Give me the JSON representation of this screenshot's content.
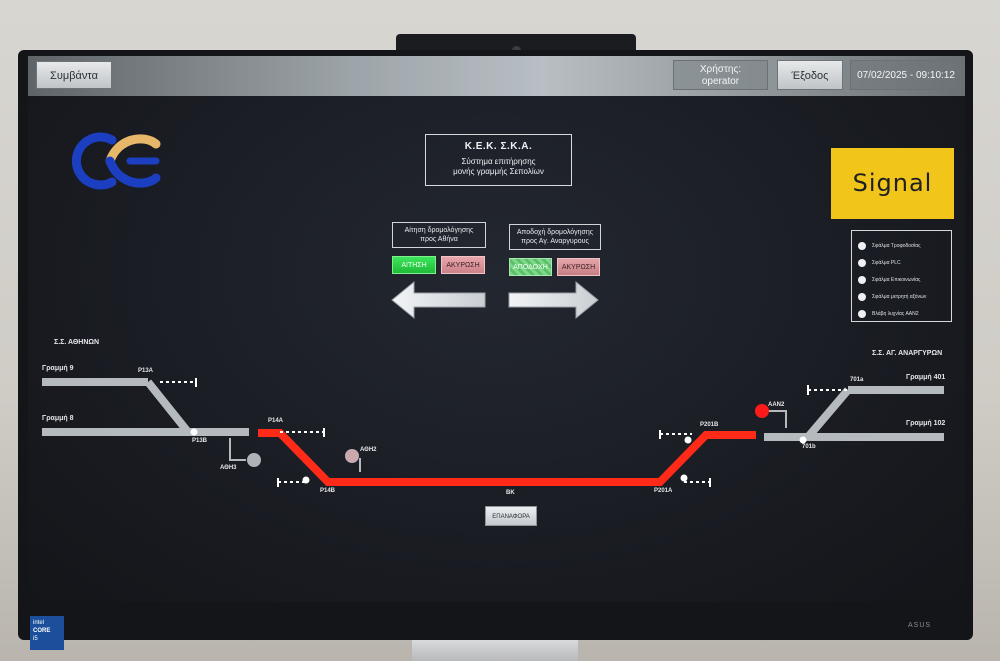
{
  "topbar": {
    "events_label": "Συμβάντα",
    "user_title": "Χρήστης:",
    "user_name": "operator",
    "exit_label": "Έξοδος",
    "datetime": "07/02/2025 - 09:10:12"
  },
  "header": {
    "title": "Κ.Ε.Κ. Σ.Κ.Α.",
    "subtitle_line1": "Σύστημα επιτήρησης",
    "subtitle_line2": "μονής γραμμής Σεπολίων",
    "brand_logo_text": "Signal"
  },
  "routing": {
    "left_request_line1": "Αίτηση δρομολόγησης",
    "left_request_line2": "προς Αθήνα",
    "request_label": "ΑΙΤΗΣΗ",
    "cancel_left_label": "ΑΚΥΡΩΣΗ",
    "right_request_line1": "Αποδοχή δρομολόγησης",
    "right_request_line2": "προς Αγ. Αναργυρους",
    "accept_label": "ΑΠΟΔΟΧΗ",
    "cancel_right_label": "ΑΚΥΡΩΣΗ"
  },
  "status": {
    "items": [
      {
        "label": "Σφάλμα Τροφοδοσίας"
      },
      {
        "label": "Σφάλμα PLC"
      },
      {
        "label": "Σφάλμα Επικοινωνίας"
      },
      {
        "label": "Σφάλμα μετρητή αξόνων"
      },
      {
        "label": "Βλάβη λυχνίας ΑΑΝ2"
      }
    ]
  },
  "stations": {
    "left": "Σ.Σ. ΑΘΗΝΩΝ",
    "right": "Σ.Σ. ΑΓ. ΑΝΑΡΓΥΡΩΝ"
  },
  "tracks": {
    "line9": "Γραμμή 9",
    "line8": "Γραμμή 8",
    "line401": "Γραμμή 401",
    "line102": "Γραμμή 102"
  },
  "points": {
    "p13a": "P13A",
    "p13b": "P13B",
    "p14a": "P14A",
    "p14b": "P14B",
    "p201a": "P201A",
    "p201b": "P201B",
    "s701a": "701a",
    "s701b": "701b",
    "athi3": "ΑΘΗ3",
    "athi2": "ΑΘΗ2",
    "aan2": "ΑΑΝ2",
    "block": "ΒΚ"
  },
  "restore_label": "ΕΠΑΝΑΦΟΡΑ",
  "colors": {
    "occupied_track": "#ff2a17",
    "free_track": "#b5babf",
    "signal_red": "#ff1a1a",
    "request_green": "#2fd14a",
    "brand_yellow": "#f2c51a",
    "logo_blue": "#1b3fc0",
    "logo_gold": "#e7b86a"
  },
  "hardware": {
    "intel_brand": "intel",
    "intel_core": "CORE",
    "intel_gen": "i5",
    "monitor_brand": "ASUS"
  }
}
